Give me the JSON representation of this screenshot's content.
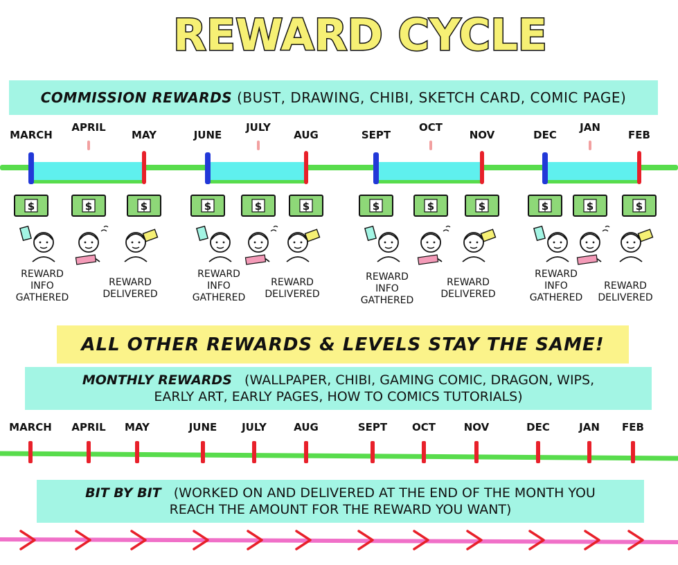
{
  "title": "REWARD CYCLE",
  "commission": {
    "heading": "COMMISSION REWARDS",
    "detail": "(BUST, DRAWING, CHIBI, SKETCH CARD, COMIC PAGE)",
    "cycles": [
      {
        "months": [
          "MARCH",
          "APRIL",
          "MAY"
        ],
        "gathered": [
          "REWARD",
          "INFO",
          "GATHERED"
        ],
        "delivered": [
          "REWARD",
          "DELIVERED"
        ]
      },
      {
        "months": [
          "JUNE",
          "JULY",
          "AUG"
        ],
        "gathered": [
          "REWARD",
          "INFO",
          "GATHERED"
        ],
        "delivered": [
          "REWARD",
          "DELIVERED"
        ]
      },
      {
        "months": [
          "SEPT",
          "OCT",
          "NOV"
        ],
        "gathered": [
          "REWARD",
          "INFO",
          "GATHERED"
        ],
        "delivered": [
          "REWARD",
          "DELIVERED"
        ]
      },
      {
        "months": [
          "DEC",
          "JAN",
          "FEB"
        ],
        "gathered": [
          "REWARD",
          "INFO",
          "GATHERED"
        ],
        "delivered": [
          "REWARD",
          "DELIVERED"
        ]
      }
    ]
  },
  "other_rewards": "ALL OTHER REWARDS & LEVELS STAY THE SAME!",
  "monthly": {
    "heading": "MONTHLY REWARDS",
    "detail_line1": "(WALLPAPER, CHIBI, GAMING COMIC, DRAGON, WIPS,",
    "detail_line2": "EARLY ART, EARLY PAGES, HOW TO COMICS TUTORIALS)",
    "months": [
      "MARCH",
      "APRIL",
      "MAY",
      "JUNE",
      "JULY",
      "AUG",
      "SEPT",
      "OCT",
      "NOV",
      "DEC",
      "JAN",
      "FEB"
    ]
  },
  "bit_by_bit": {
    "heading": "BIT BY BIT",
    "detail_line1": "(WORKED ON AND DELIVERED AT THE END OF THE MONTH YOU",
    "detail_line2": "REACH THE AMOUNT FOR THE REWARD YOU WANT)",
    "arrow_count": 12
  },
  "colors": {
    "teal_banner": "#a3f5e4",
    "yellow_banner": "#fbf38a",
    "title_fill": "#f6f074",
    "timeline_green": "#58dc4c",
    "cycle_fill": "#5ff0ee",
    "tick_red": "#e8202a",
    "tick_blue": "#2238d8",
    "tick_pink": "#f2a0a0",
    "bit_line_pink": "#f070c8",
    "money_green": "#8ed878"
  }
}
